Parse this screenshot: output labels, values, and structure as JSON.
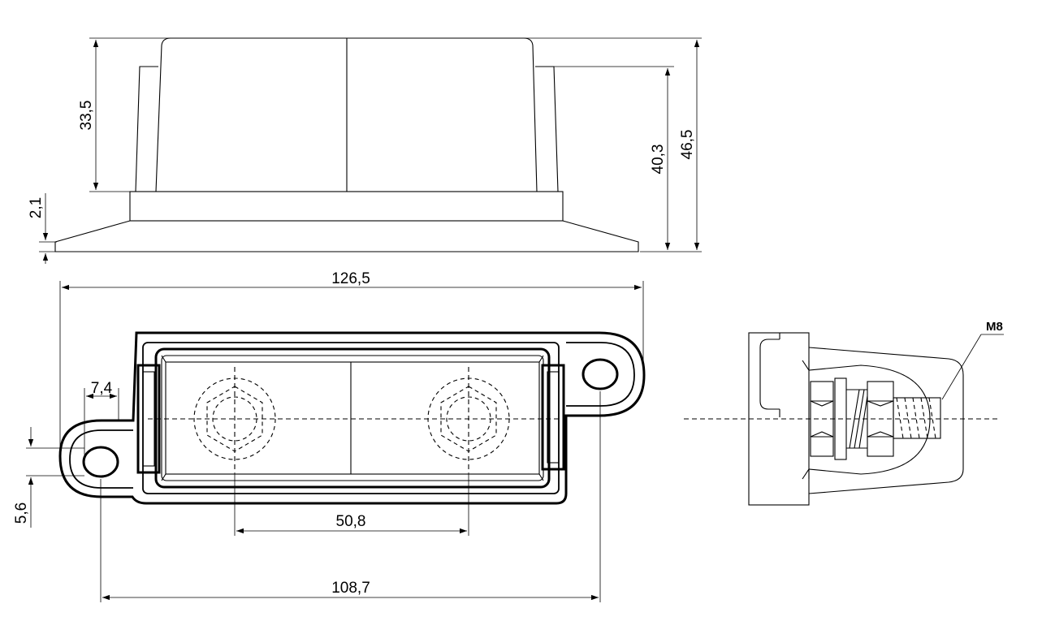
{
  "dimensions": {
    "height_top": "33,5",
    "base_thickness": "2,1",
    "height_mid": "40,3",
    "height_total": "46,5",
    "overall_length": "126,5",
    "slot_width": "7,4",
    "hole_offset": "5,6",
    "stud_spacing": "50,8",
    "hole_spacing": "108,7"
  },
  "labels": {
    "thread": "M8"
  },
  "colors": {
    "ink": "#000000",
    "paper": "#ffffff"
  }
}
